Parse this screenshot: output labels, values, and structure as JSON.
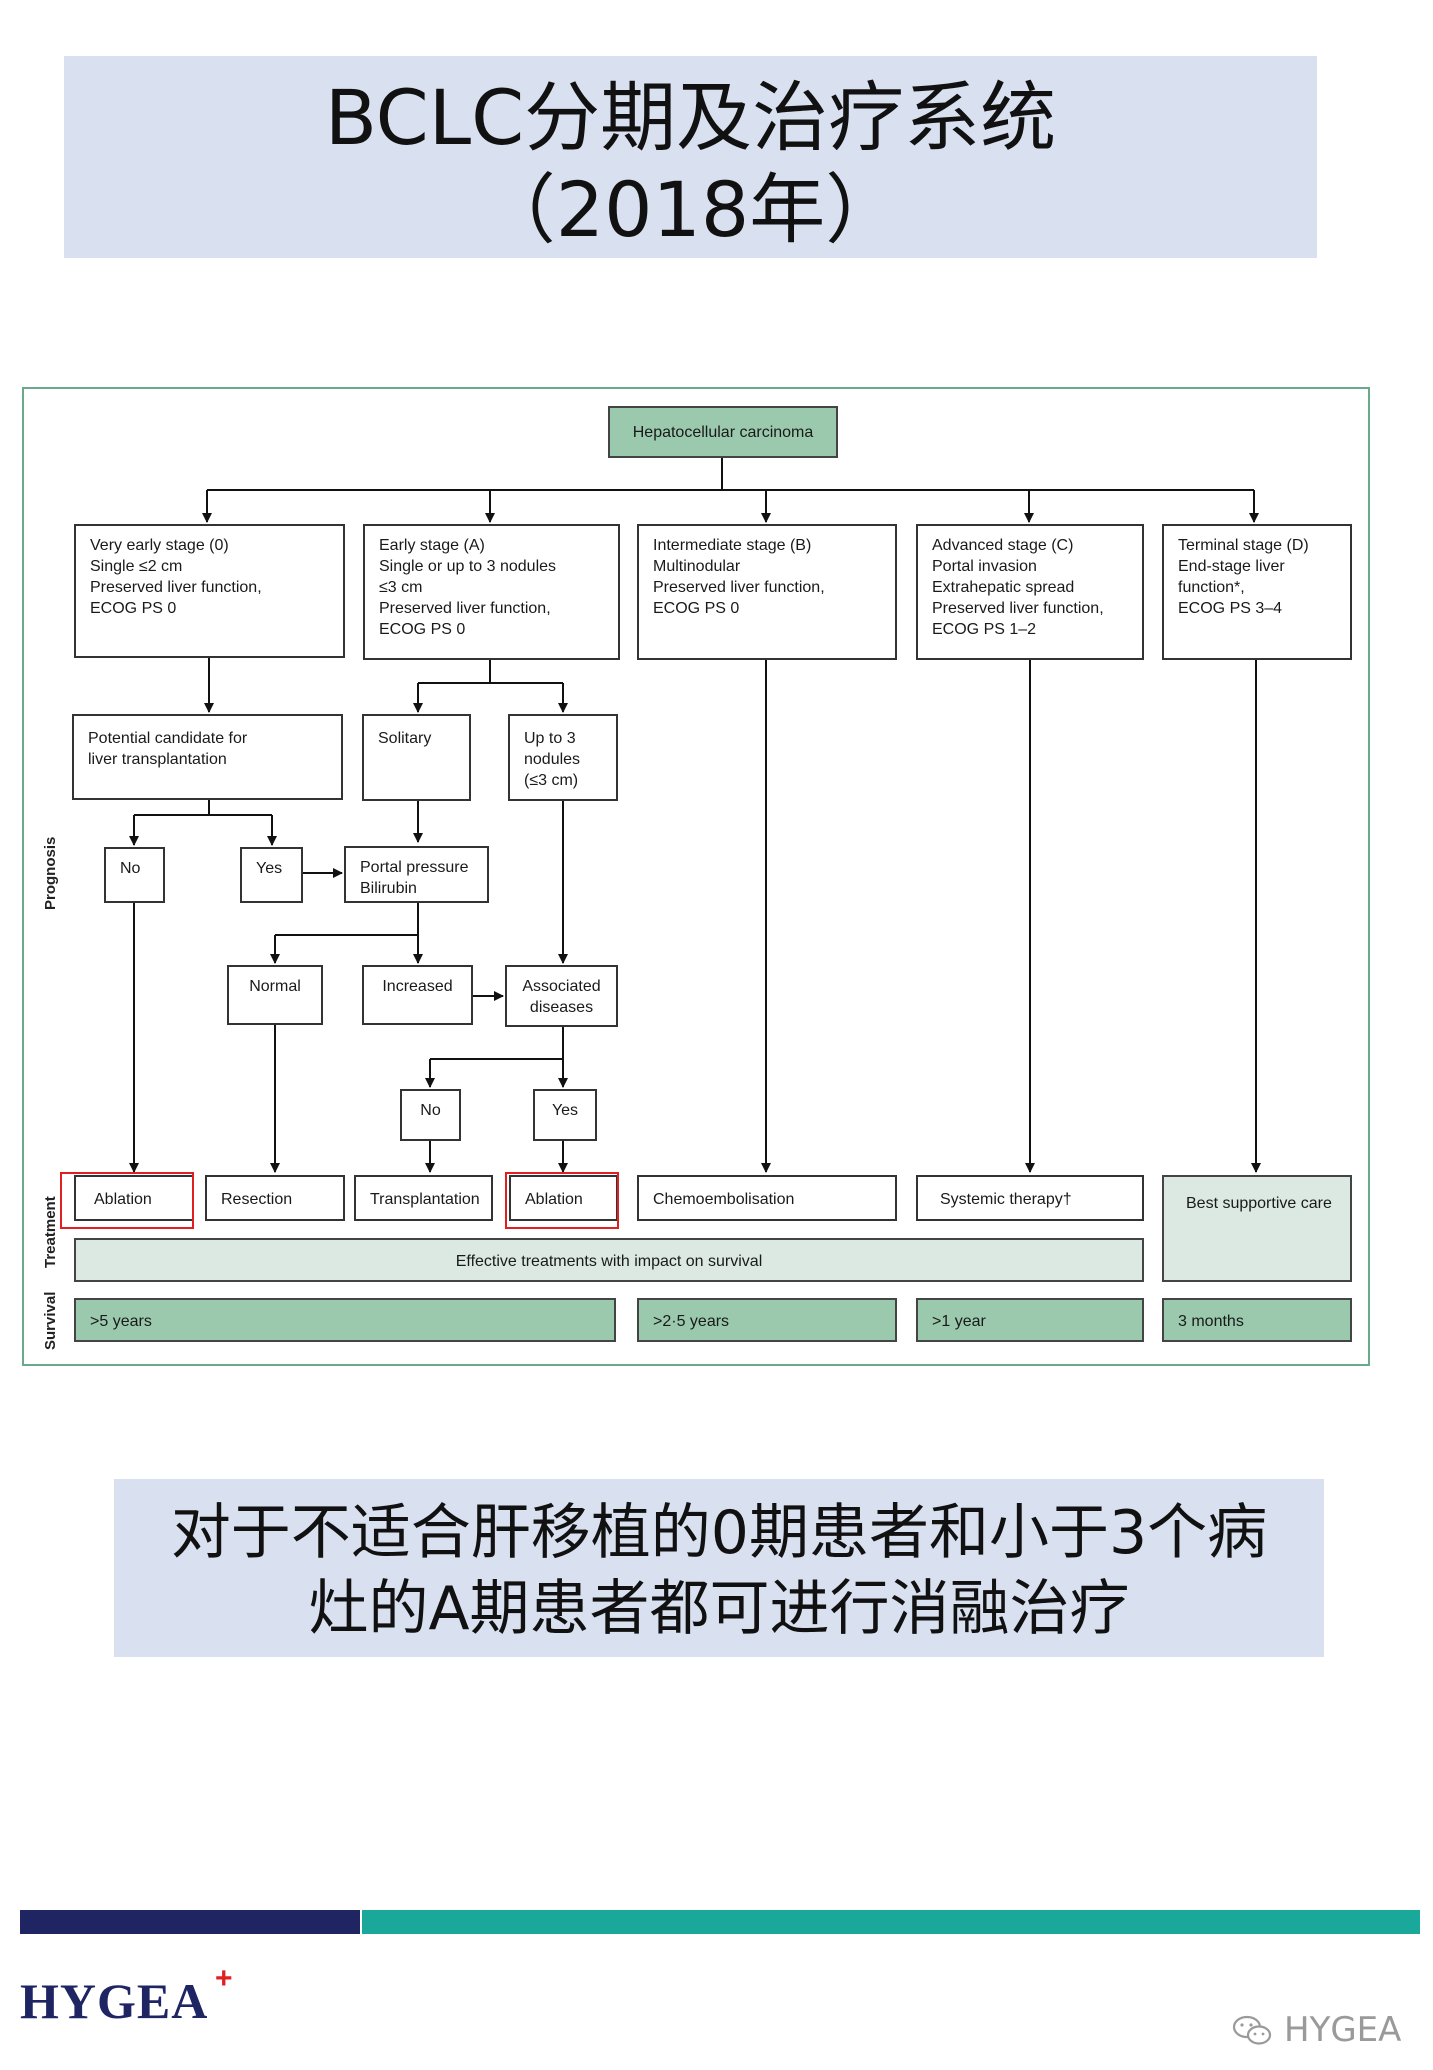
{
  "header": {
    "title": "BCLC分期及治疗系统\n（2018年）"
  },
  "diagram": {
    "root": "Hepatocellular carcinoma",
    "stages": {
      "s0": "Very early stage (0)\nSingle ≤2 cm\nPreserved liver function,\nECOG PS 0",
      "sA": "Early stage (A)\nSingle or up to 3 nodules\n≤3 cm\nPreserved liver function,\nECOG PS 0",
      "sB": "Intermediate stage (B)\nMultinodular\nPreserved liver function,\nECOG PS 0",
      "sC": "Advanced stage (C)\nPortal invasion\nExtrahepatic spread\nPreserved liver function,\nECOG PS 1–2",
      "sD": "Terminal stage (D)\nEnd-stage liver\nfunction*,\nECOG PS 3–4"
    },
    "prognosis": {
      "candidate": "Potential candidate for\nliver transplantation",
      "solitary": "Solitary",
      "upto3": "Up to 3\nnodules\n(≤3 cm)",
      "no1": "No",
      "yes1": "Yes",
      "portal": "Portal pressure\nBilirubin",
      "normal": "Normal",
      "increased": "Increased",
      "associated": "Associated\ndiseases",
      "no2": "No",
      "yes2": "Yes"
    },
    "treatment": {
      "ablation1": "Ablation",
      "resection": "Resection",
      "transplantation": "Transplantation",
      "ablation2": "Ablation",
      "chemo": "Chemoembolisation",
      "systemic": "Systemic therapy†",
      "bsc": "Best supportive care",
      "effective": "Effective treatments with impact on survival"
    },
    "survival": {
      "s1": ">5 years",
      "s2": ">2·5 years",
      "s3": ">1 year",
      "s4": "3 months"
    },
    "side_labels": {
      "prognosis": "Prognosis",
      "treatment": "Treatment",
      "survival": "Survival"
    }
  },
  "note": {
    "text": "对于不适合肝移植的0期患者和小于3个病\n灶的A期患者都可进行消融治疗"
  },
  "footer": {
    "logo": "HYGEA",
    "logo_mark": "+",
    "watermark": "HYGEA"
  },
  "colors": {
    "title_bg": "#d9e1f1",
    "box_green": "#9ac9ae",
    "highlight": "#e02020",
    "bar_dark": "#1f2463",
    "bar_teal": "#1aa89b"
  }
}
